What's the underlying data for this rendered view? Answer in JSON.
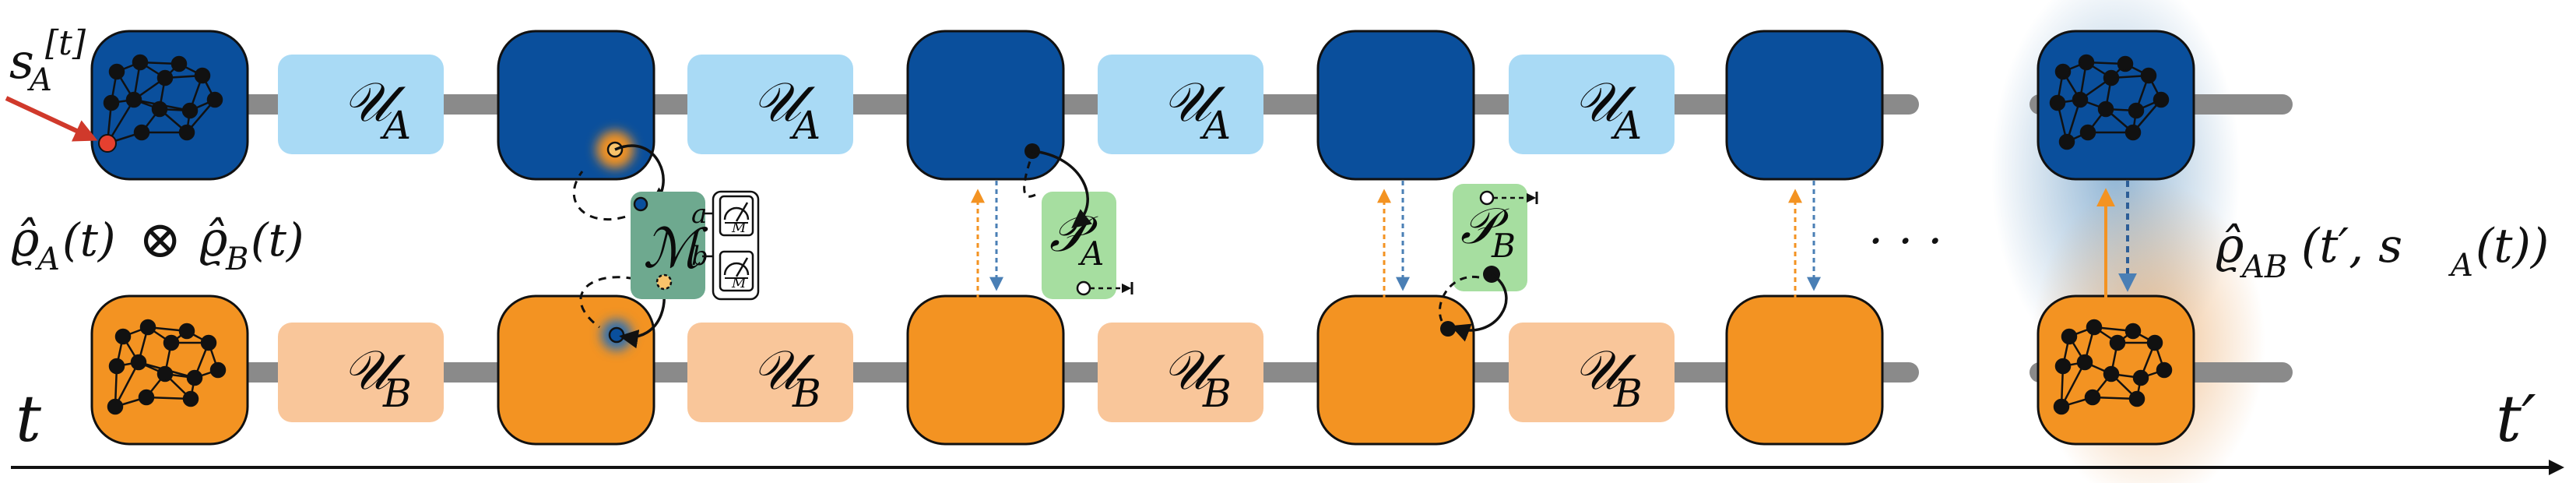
{
  "labels": {
    "state_label": "s",
    "state_sub": "A",
    "state_time": "[t]",
    "initial_state": "ϱ̂A(t) ⊗ ϱ̂B(t)",
    "rho_a": "ϱ̂",
    "rho_a_sub": "A",
    "rho_a_arg": "(t)",
    "otimes": "⊗",
    "rho_b": "ϱ̂",
    "rho_b_sub": "B",
    "rho_b_arg": "(t)",
    "final_rho": "ϱ̂",
    "final_sub": "AB",
    "final_arg": "(t′, s",
    "final_arg_sub": "A",
    "final_arg_end": "(t))",
    "ellipsis": "· · ·",
    "time_start": "t",
    "time_end": "t′"
  },
  "operators": {
    "unitary_a": "𝒰",
    "unitary_a_sub": "A",
    "unitary_b": "𝒰",
    "unitary_b_sub": "B",
    "measurement": "ℳ",
    "meas_a": "a",
    "meas_b": "b",
    "meter_label": "M",
    "projector_a": "𝒫",
    "projector_a_sub": "A",
    "projector_b": "𝒫",
    "projector_b_sub": "B"
  },
  "colors": {
    "system_a": "#0a4f9c",
    "system_b": "#f39322",
    "unitary_a_fill": "#a9daf5",
    "unitary_b_fill": "#f9c69a",
    "projector_fill": "#a6dea0",
    "measurement_fill": "#6ea98f",
    "track": "#8a8a8a",
    "pointer": "#d0392b"
  }
}
